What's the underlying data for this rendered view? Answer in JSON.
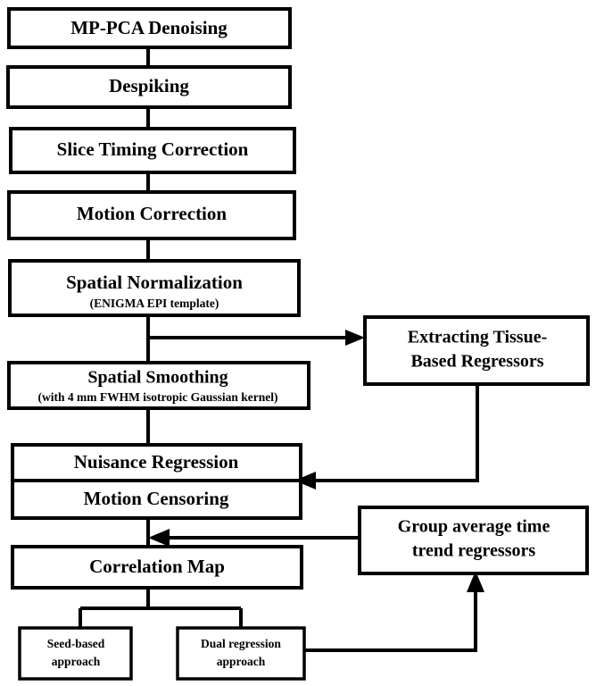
{
  "diagram": {
    "title": "fMRI preprocessing pipeline flowchart",
    "style": {
      "background": "#ffffff",
      "line_color": "#000000",
      "box_fill": "#ffffff",
      "text_color": "#000000"
    },
    "nodes": [
      {
        "id": "mp-pca-denoising",
        "label": "MP-PCA Denoising"
      },
      {
        "id": "despiking",
        "label": "Despiking"
      },
      {
        "id": "slice-timing-correction",
        "label": "Slice Timing Correction"
      },
      {
        "id": "motion-correction",
        "label": "Motion Correction"
      },
      {
        "id": "spatial-normalization",
        "label": "Spatial Normalization",
        "sublabel": "(ENIGMA EPI template)"
      },
      {
        "id": "spatial-smoothing",
        "label": "Spatial Smoothing",
        "sublabel": "(with 4 mm FWHM isotropic Gaussian kernel)"
      },
      {
        "id": "nuisance-regression",
        "label": "Nuisance Regression"
      },
      {
        "id": "motion-censoring",
        "label": "Motion Censoring"
      },
      {
        "id": "correlation-map",
        "label": "Correlation Map"
      },
      {
        "id": "seed-based-approach",
        "label_line1": "Seed-based",
        "label_line2": "approach"
      },
      {
        "id": "dual-regression-approach",
        "label_line1": "Dual regression",
        "label_line2": "approach"
      },
      {
        "id": "extracting-tissue-based-regressors",
        "label_line1": "Extracting Tissue-",
        "label_line2": "Based Regressors"
      },
      {
        "id": "group-average-time-trend-regressors",
        "label_line1": "Group average time",
        "label_line2": "trend regressors"
      }
    ],
    "edges": [
      {
        "from": "mp-pca-denoising",
        "to": "despiking",
        "type": "line"
      },
      {
        "from": "despiking",
        "to": "slice-timing-correction",
        "type": "line"
      },
      {
        "from": "slice-timing-correction",
        "to": "motion-correction",
        "type": "line"
      },
      {
        "from": "motion-correction",
        "to": "spatial-normalization",
        "type": "line"
      },
      {
        "from": "spatial-normalization",
        "to": "spatial-smoothing",
        "type": "line"
      },
      {
        "from": "spatial-normalization",
        "to": "extracting-tissue-based-regressors",
        "type": "arrow-right"
      },
      {
        "from": "spatial-smoothing",
        "to": "nuisance-regression",
        "type": "line"
      },
      {
        "from": "extracting-tissue-based-regressors",
        "to": "nuisance-regression",
        "type": "arrow-left"
      },
      {
        "from": "motion-censoring",
        "to": "correlation-map",
        "type": "line"
      },
      {
        "from": "group-average-time-trend-regressors",
        "to": "correlation-map",
        "type": "arrow-left"
      },
      {
        "from": "correlation-map",
        "to": "seed-based-approach",
        "type": "line"
      },
      {
        "from": "correlation-map",
        "to": "dual-regression-approach",
        "type": "line"
      },
      {
        "from": "dual-regression-approach",
        "to": "group-average-time-trend-regressors",
        "type": "arrow-up"
      }
    ]
  }
}
